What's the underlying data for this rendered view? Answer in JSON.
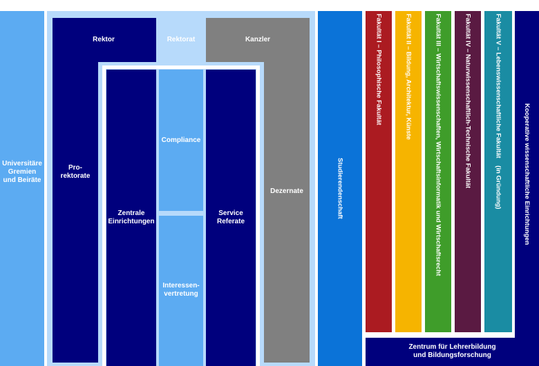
{
  "colors": {
    "light_blue": "#5cabf2",
    "pale_blue": "#b7dafb",
    "navy": "#00007d",
    "gray": "#808080",
    "mid_blue": "#0b73d8",
    "red": "#ab1b21",
    "yellow": "#f6b400",
    "green": "#3f9d2a",
    "plum": "#5a1a42",
    "teal": "#1a8ca3"
  },
  "universitaere_gremien": "Universitäre\nGremien\nund Beiräte",
  "rektorat": {
    "label": "Rektorat",
    "rektor": "Rektor",
    "kanzler": "Kanzler",
    "prorektorate": "Pro-\nrektorate",
    "zentrale_einrichtungen": "Zentrale\nEinrichtungen",
    "compliance": "Compliance",
    "interessenvertretung": "Interessen-\nvertretung",
    "service_referate": "Service\nReferate",
    "dezernate": "Dezernate"
  },
  "studierendenschaft": "Studierendenschaft",
  "fakultaeten": [
    {
      "label": "Fakultät I – Philosophische Fakultät",
      "color": "#ab1b21"
    },
    {
      "label": "Fakultät II – Bildung, Architektur, Künste",
      "color": "#f6b400"
    },
    {
      "label": "Fakultät III – Wirtschaftswissenschaften, Wirtschaftsinformatik und Wirtschaftsrecht",
      "color": "#3f9d2a"
    },
    {
      "label": "Fakultät IV – Naturwissenschaftlich-Technische Fakultät",
      "color": "#5a1a42"
    },
    {
      "label": "Fakultät V – Lebenswissenschaftliche Fakultät    (in Gründung)",
      "color": "#1a8ca3"
    }
  ],
  "kooperative_einrichtungen": "Kooperative wissenschaftliche Einrichtungen",
  "zentrum_lehrerbildung": "Zentrum für Lehrerbildung\nund Bildungsforschung"
}
